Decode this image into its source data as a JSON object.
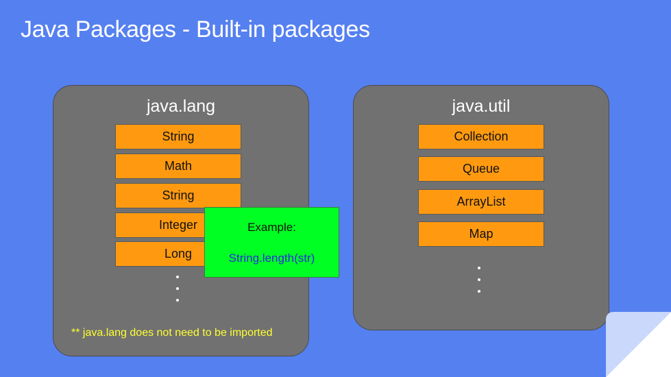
{
  "slide": {
    "title": "Java Packages - Built-in packages",
    "background_color": "#5580f0"
  },
  "packages": [
    {
      "name": "java.lang",
      "classes": [
        "String",
        "Math",
        "String",
        "Integer",
        "Long"
      ],
      "more_indicator": "vertical-ellipsis",
      "note": "** java.lang does not need to be imported"
    },
    {
      "name": "java.util",
      "classes": [
        "Collection",
        "Queue",
        "ArrayList",
        "Map"
      ],
      "more_indicator": "vertical-ellipsis"
    }
  ],
  "example_box": {
    "label": "Example:",
    "code": "String.length(str)"
  },
  "colors": {
    "package_fill": "#717171",
    "class_fill": "#ff9a10",
    "example_fill": "#00ff22",
    "example_code_text": "#2a2adf",
    "note_text": "#ffff33"
  },
  "decorations": {
    "corner": "page-curl-icon"
  }
}
